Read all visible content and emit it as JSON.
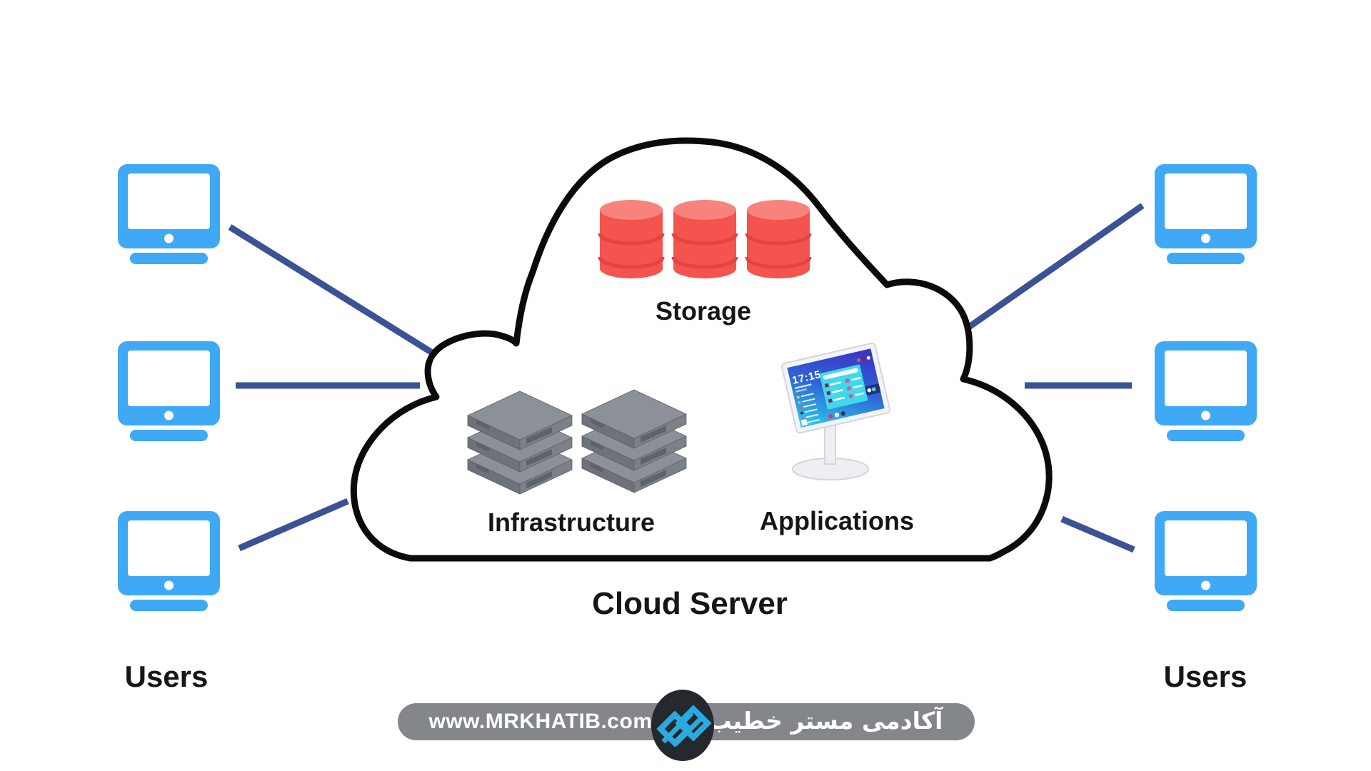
{
  "colors": {
    "monitor_blue": "#3FA9F5",
    "connector_navy": "#3B5294",
    "cloud_stroke": "#0B0B0B",
    "storage_red": "#F5534E",
    "storage_red_light": "#F8837D",
    "logo_cyan": "#29ABE2",
    "banner_gray": "#83868A",
    "logo_bg": "#25282D"
  },
  "cloud": {
    "title": "Cloud Server",
    "storage": {
      "label": "Storage"
    },
    "infrastructure": {
      "label": "Infrastructure"
    },
    "applications": {
      "label": "Applications",
      "screen_clock": "17:15"
    }
  },
  "users": {
    "left_label": "Users",
    "right_label": "Users"
  },
  "footer": {
    "website": "www.MRKHATIB.com",
    "brand": "آکادمی مستر خطیب"
  }
}
